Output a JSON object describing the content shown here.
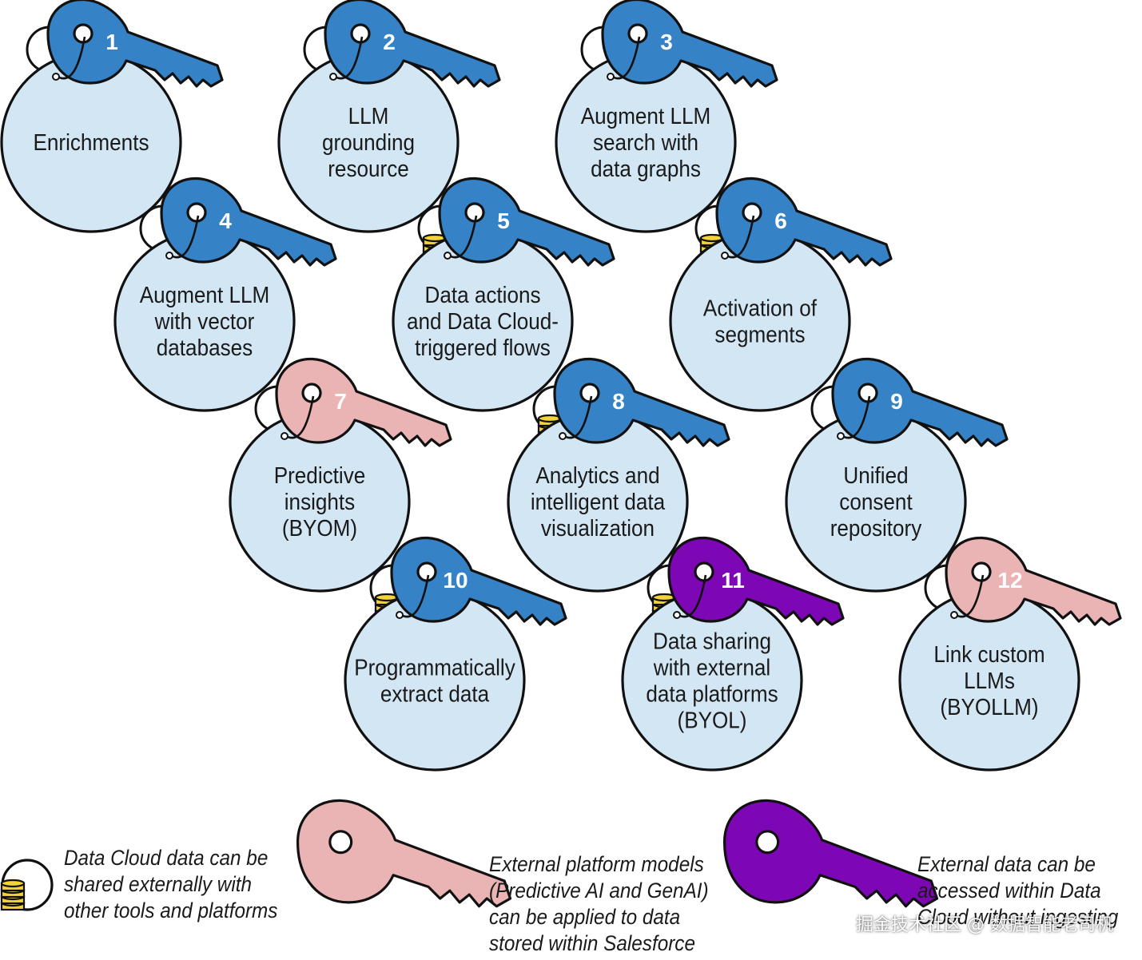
{
  "colors": {
    "blue": "#3582c6",
    "pink": "#ebb4b4",
    "purple": "#7d06b5",
    "circle_fill": "#d3e6f3",
    "outline": "#111111",
    "coin": "#f2d439"
  },
  "items": [
    {
      "num": "1",
      "lines": [
        "Enrichments"
      ],
      "key": "blue",
      "coins": false
    },
    {
      "num": "2",
      "lines": [
        "LLM",
        "grounding",
        "resource"
      ],
      "key": "blue",
      "coins": false
    },
    {
      "num": "3",
      "lines": [
        "Augment LLM",
        "search with",
        "data graphs"
      ],
      "key": "blue",
      "coins": false
    },
    {
      "num": "4",
      "lines": [
        "Augment LLM",
        "with vector",
        "databases"
      ],
      "key": "blue",
      "coins": false
    },
    {
      "num": "5",
      "lines": [
        "Data actions",
        "and Data Cloud-",
        "triggered flows"
      ],
      "key": "blue",
      "coins": true
    },
    {
      "num": "6",
      "lines": [
        "Activation of",
        "segments"
      ],
      "key": "blue",
      "coins": true
    },
    {
      "num": "7",
      "lines": [
        "Predictive",
        "insights",
        "(BYOM)"
      ],
      "key": "pink",
      "coins": false
    },
    {
      "num": "8",
      "lines": [
        "Analytics and",
        "intelligent data",
        "visualization"
      ],
      "key": "blue",
      "coins": true
    },
    {
      "num": "9",
      "lines": [
        "Unified",
        "consent",
        "repository"
      ],
      "key": "blue",
      "coins": false
    },
    {
      "num": "10",
      "lines": [
        "Programmatically",
        "extract data"
      ],
      "key": "blue",
      "coins": true
    },
    {
      "num": "11",
      "lines": [
        "Data sharing",
        "with external",
        "data platforms",
        "(BYOL)"
      ],
      "key": "purple",
      "coins": true
    },
    {
      "num": "12",
      "lines": [
        "Link custom",
        "LLMs",
        "(BYOLLM)"
      ],
      "key": "pink",
      "coins": false
    }
  ],
  "legend": [
    {
      "icon": "coins",
      "lines": [
        "Data Cloud data can be",
        "shared externally with",
        "other tools and platforms"
      ]
    },
    {
      "icon": "pink",
      "lines": [
        "External platform models",
        "(Predictive AI and GenAI)",
        "can be applied to data",
        "stored within Salesforce"
      ]
    },
    {
      "icon": "purple",
      "lines": [
        "External data can be",
        "accessed within Data",
        "Cloud without ingesting"
      ]
    }
  ],
  "watermark": "掘金技术社区 @ 数据智能老司机"
}
